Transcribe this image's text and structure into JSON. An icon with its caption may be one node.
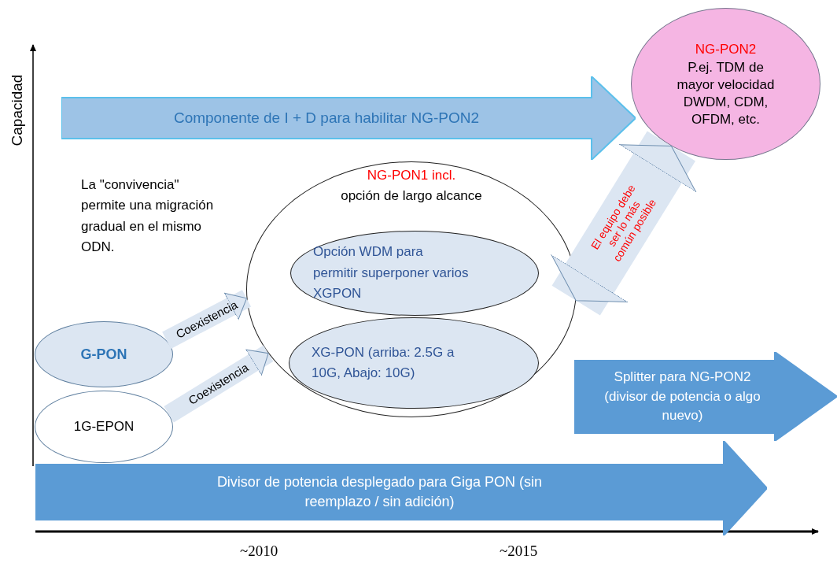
{
  "diagram": {
    "nodes": [
      {
        "text": [
          "Componente de I + D para habilitar NG-PON2"
        ]
      },
      {
        "text": [
          "NG-PON2",
          "P.ej. TDM de mayor velocidad DWDM, CDM, OFDM, etc."
        ]
      },
      {
        "text": [
          "NG-PON1 incl.",
          "opción de largo alcance"
        ]
      },
      {
        "text": [
          "Opción WDM para permitir superponer varios XGPON"
        ],
        "in": 2
      },
      {
        "text": [
          "XG-PON (arriba: 2.5G a 10G, Abajo: 10G)"
        ],
        "in": 2
      },
      {
        "text": [
          "G-PON"
        ]
      },
      {
        "text": [
          "1G-EPON"
        ]
      },
      {
        "text": [
          "Splitter para NG-PON2 (divisor de potencia o algo nuevo)"
        ]
      },
      {
        "text": [
          "Divisor de potencia desplegado para Giga PON (sin reemplazo / sin adición)"
        ]
      }
    ],
    "edges": [
      {
        "from": 5,
        "to": 2,
        "arrow": "to",
        "label": "Coexistencia"
      },
      {
        "from": 6,
        "to": 2,
        "arrow": "to",
        "label": "Coexistencia"
      },
      {
        "from": 2,
        "to": 1,
        "arrow": "both",
        "label": "El equipo debe ser lo más común posible",
        "style": "thick"
      }
    ],
    "labels": [
      "Capacidad",
      "La \"convivencia\" permite una migración gradual en el mismo ODN.",
      "~2010",
      "~2015"
    ]
  }
}
